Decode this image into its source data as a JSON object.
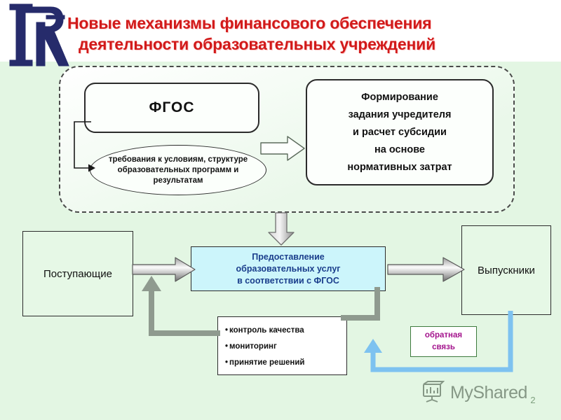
{
  "slide": {
    "title_line1": "Новые механизмы финансового обеспечения",
    "title_line2": "деятельности образовательных учреждений",
    "title_color": "#D11A1A",
    "background_color": "#E3F6E3",
    "page_number": "2"
  },
  "logo": {
    "name": "institution-monogram-logo",
    "color": "#262B6B"
  },
  "dashed_zone": {
    "fgos_box": "ФГОС",
    "requirements_ellipse": "требования к условиям, структуре образовательных программ и результатам",
    "task_box": "Формирование задания учредителя и расчет субсидии на основе нормативных затрат",
    "task_box_lines": [
      "Формирование",
      "задания учредителя",
      "и расчет субсидии",
      "на основе",
      "нормативных затрат"
    ]
  },
  "flow": {
    "entrants": "Поступающие",
    "graduates": "Выпускники",
    "service_lines": [
      "Предоставление",
      "образовательных услуг",
      "в соответствии с ФГОС"
    ],
    "service_text_color": "#1A3E8C",
    "service_fill_color": "#CCF5FB",
    "bullets": [
      "контроль качества",
      "мониторинг",
      "принятие решений"
    ],
    "feedback_lines": [
      "обратная",
      "связь"
    ],
    "feedback_text_color": "#A3128C"
  },
  "watermark": {
    "text": "MyShared",
    "icon": "presentation-chart-icon"
  }
}
